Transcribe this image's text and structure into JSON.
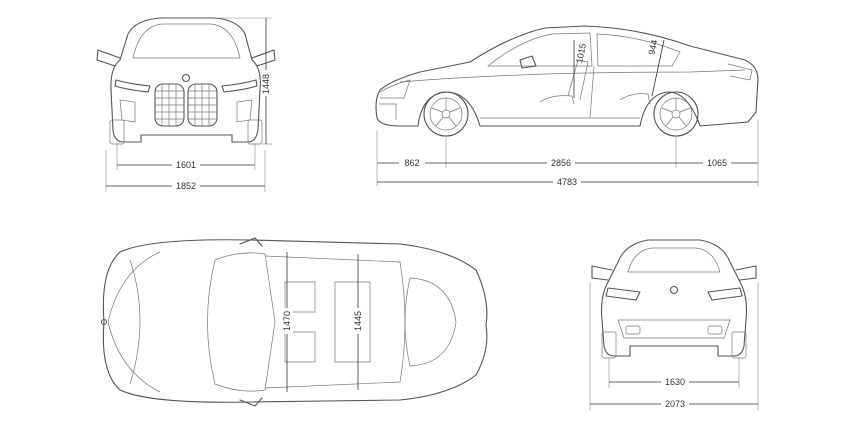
{
  "views": {
    "front": {
      "width_track": "1601",
      "width_overall": "1852",
      "height": "1448"
    },
    "side": {
      "front_overhang": "862",
      "wheelbase": "2856",
      "rear_overhang": "1065",
      "length": "4783",
      "front_headroom": "1015",
      "rear_headroom": "944"
    },
    "top": {
      "front_shoulder": "1470",
      "rear_shoulder": "1445"
    },
    "rear": {
      "width_track": "1630",
      "width_mirrors": "2073"
    }
  },
  "colors": {
    "line": "#555555",
    "dimension": "#333333"
  }
}
